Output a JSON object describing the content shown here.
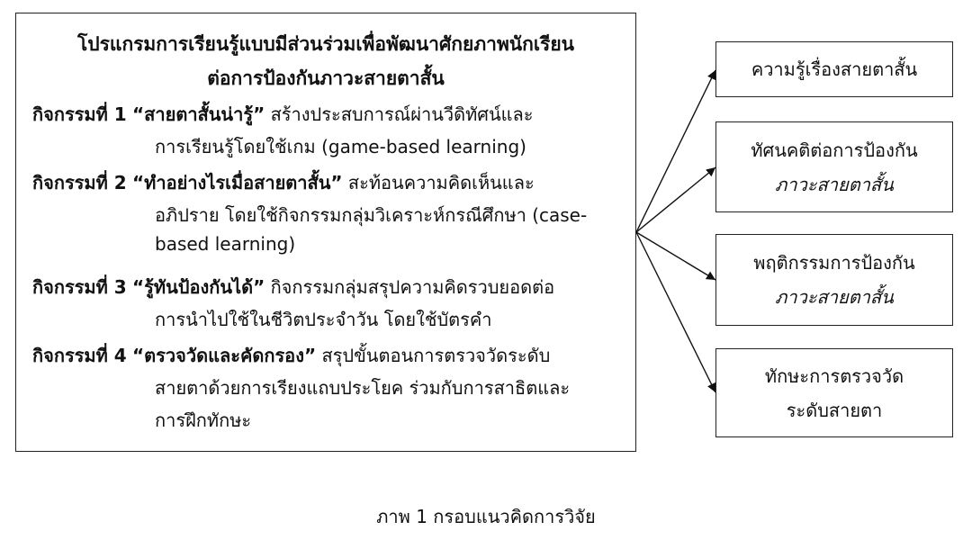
{
  "program": {
    "title_line1": "โปรแกรมการเรียนรู้แบบมีส่วนร่วมเพื่อพัฒนาศักยภาพนักเรียน",
    "title_line2": "ต่อการป้องกันภาวะสายตาสั้น",
    "activities": [
      {
        "label": "กิจกรรมที่ 1",
        "name": "“สายตาสั้นน่ารู้”",
        "desc_line1": " สร้างประสบการณ์ผ่านวีดิทัศน์และ",
        "desc_line2": "การเรียนรู้โดยใช้เกม (game-based learning)"
      },
      {
        "label": "กิจกรรมที่ 2",
        "name": "“ทำอย่างไรเมื่อสายตาสั้น”",
        "desc_line1": " สะท้อนความคิดเห็นและ",
        "desc_line2": "อภิปราย โดยใช้กิจกรรมกลุ่มวิเคราะห์กรณีศึกษา (case-",
        "desc_line3": "based learning)"
      },
      {
        "label": "กิจกรรมที่ 3",
        "name": "“รู้ทันป้องกันได้”",
        "desc_line1": " กิจกรรมกลุ่มสรุปความคิดรวบยอดต่อ",
        "desc_line2": "การนำไปใช้ในชีวิตประจำวัน โดยใช้บัตรคำ"
      },
      {
        "label": "กิจกรรมที่ 4",
        "name": "“ตรวจวัดและคัดกรอง”",
        "desc_line1": " สรุปขั้นตอนการตรวจวัดระดับ",
        "desc_line2": "สายตาด้วยการเรียงแถบประโยค ร่วมกับการสาธิตและ",
        "desc_line3": "การฝึกทักษะ"
      }
    ]
  },
  "outcomes": [
    {
      "line1": "ความรู้เรื่องสายตาสั้น"
    },
    {
      "line1": "ทัศนคติต่อการป้องกัน",
      "line2": "ภาวะสายตาสั้น"
    },
    {
      "line1": "พฤติกรรมการป้องกัน",
      "line2": "ภาวะสายตาสั้น"
    },
    {
      "line1": "ทักษะการตรวจวัด",
      "line2": "ระดับสายตา"
    }
  ],
  "caption": "ภาพ 1 กรอบแนวคิดการวิจัย"
}
